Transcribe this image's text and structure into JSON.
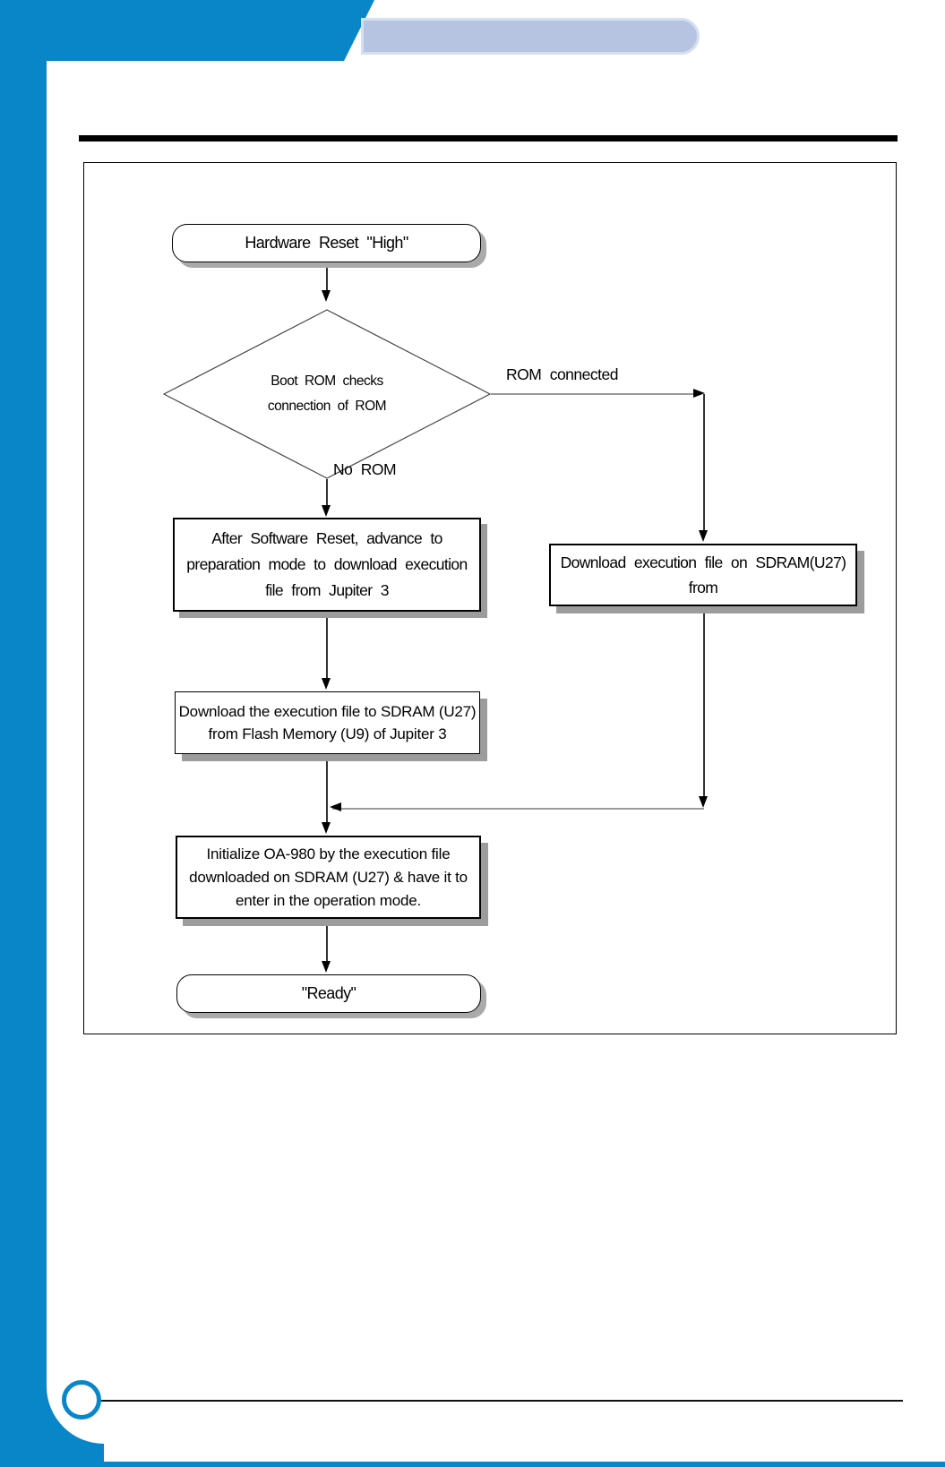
{
  "colors": {
    "accent-blue": "#0886c8",
    "lavender-fill": "#b7c4e1",
    "lavender-border": "#d4e0f2",
    "shadow-gray": "#9c9c9c"
  },
  "flowchart": {
    "start": {
      "label": "Hardware Reset \"High\""
    },
    "decision": {
      "lines": [
        "Boot ROM checks",
        "connection of ROM"
      ]
    },
    "branch_rom_connected": {
      "label": "ROM connected"
    },
    "branch_no_rom": {
      "label": "No ROM"
    },
    "rom_box": {
      "lines": [
        "Download execution file on SDRAM(U27)",
        "from"
      ]
    },
    "box_software_reset": {
      "lines": [
        "After Software Reset, advance to",
        "preparation mode to download execution",
        "file from Jupiter 3"
      ]
    },
    "box_download": {
      "lines": [
        "Download the execution file to SDRAM (U27)",
        "from Flash Memory (U9) of Jupiter 3"
      ]
    },
    "box_initialize": {
      "lines": [
        "Initialize OA-980 by the execution file",
        "downloaded on SDRAM (U27) & have it to",
        "enter in the operation mode."
      ]
    },
    "end": {
      "label": "\"Ready\""
    }
  }
}
